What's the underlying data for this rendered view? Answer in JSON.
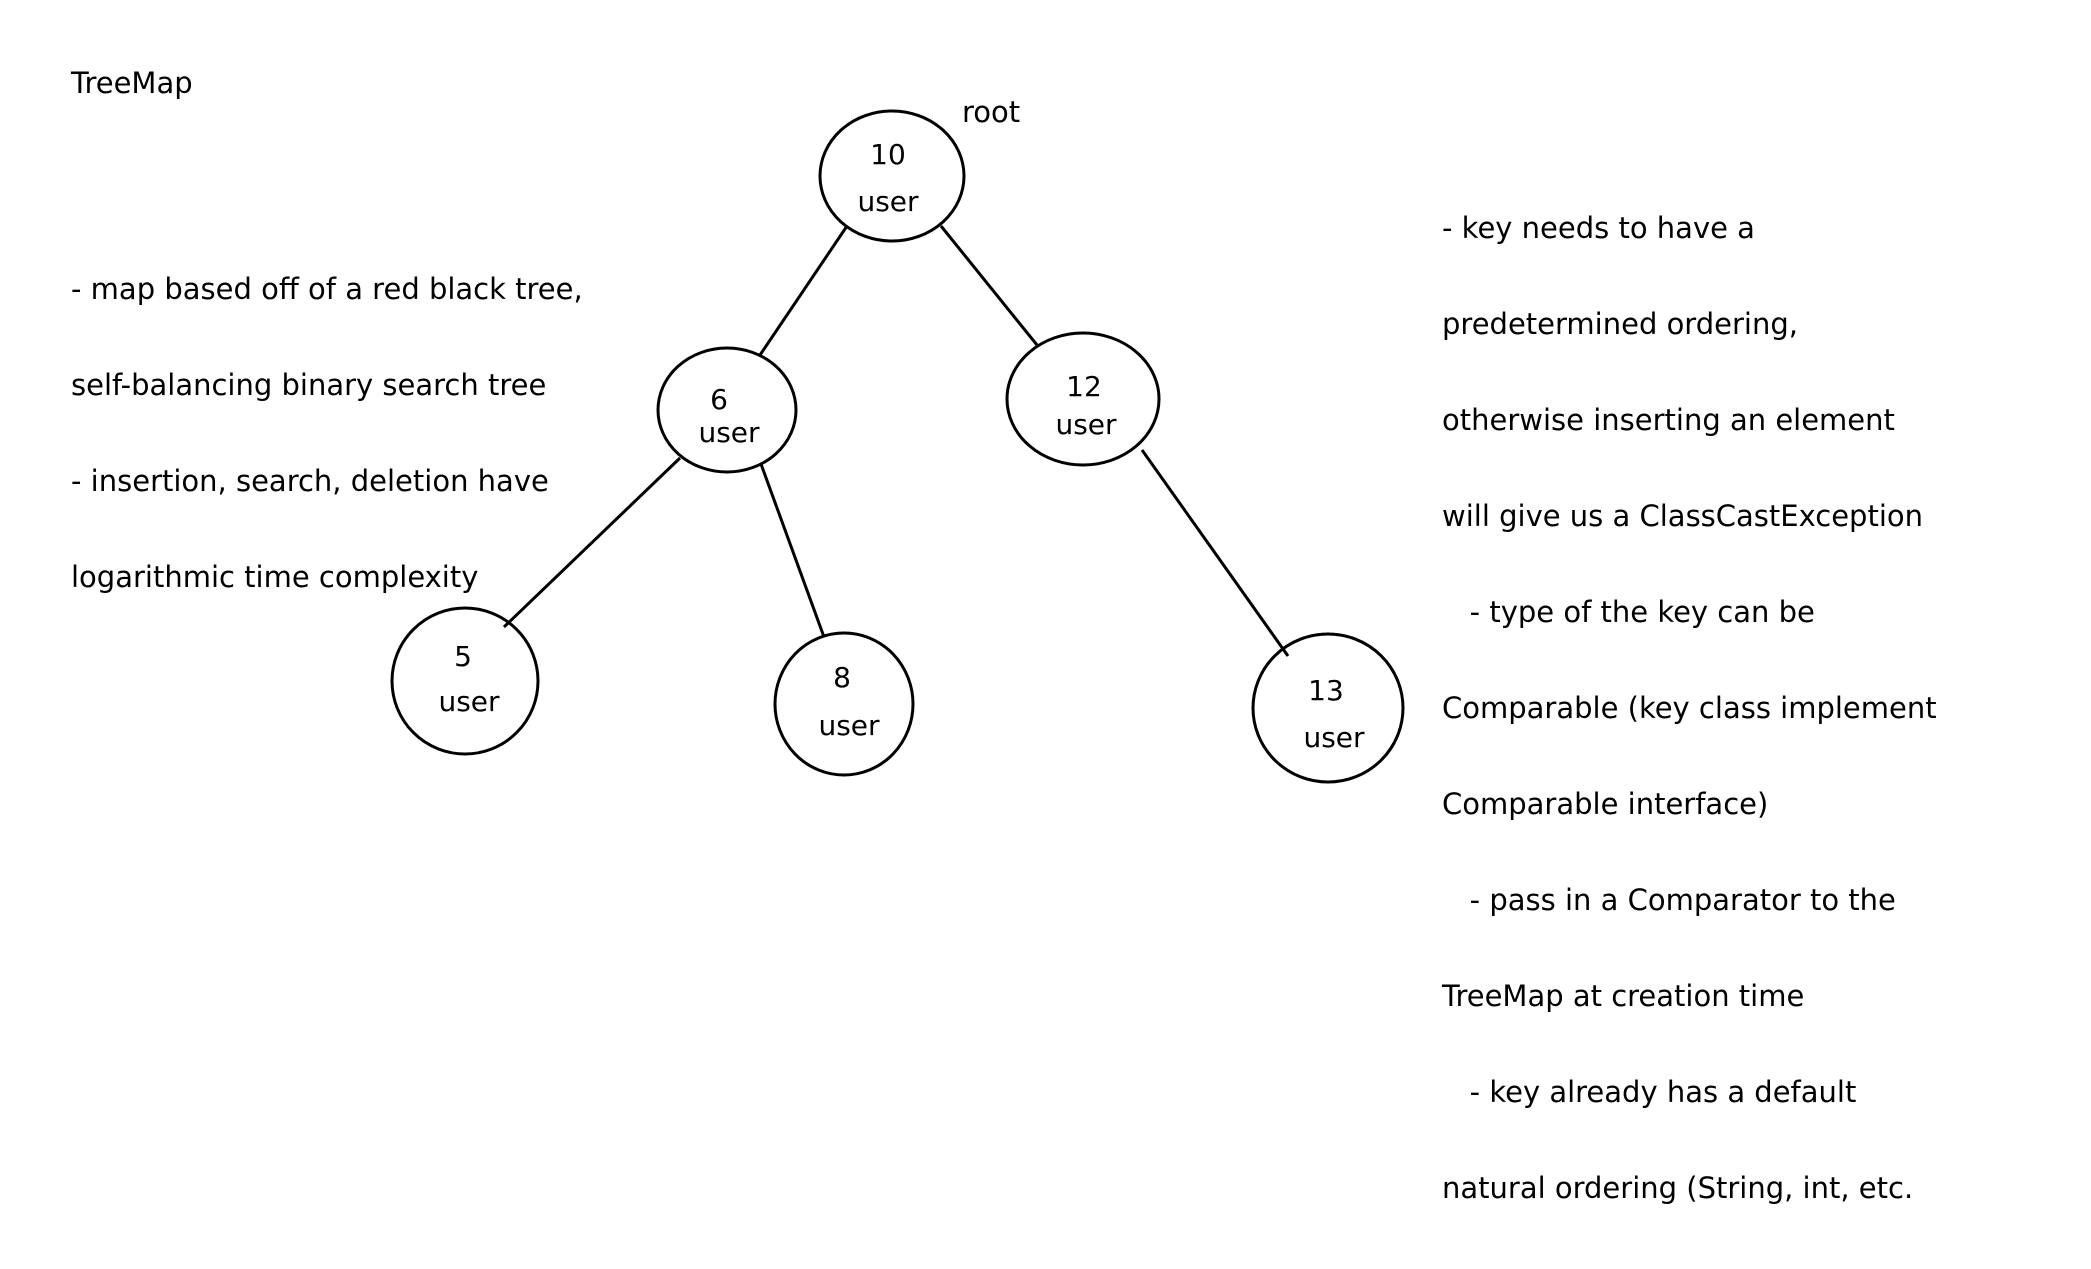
{
  "title": "TreeMap",
  "root_label": "root",
  "left_notes": [
    "- map based off of a red black tree,",
    "self-balancing binary search tree",
    "- insertion, search, deletion have",
    "logarithmic time complexity"
  ],
  "right_notes": [
    "- key needs to have a",
    "predetermined ordering,",
    "otherwise inserting an element",
    "will give us a ClassCastException",
    "   - type of the key can be",
    "Comparable (key class implement",
    "Comparable interface)",
    "   - pass in a Comparator to the",
    "TreeMap at creation time",
    "   - key already has a default",
    "natural ordering (String, int, etc."
  ],
  "tree": {
    "nodes": [
      {
        "id": "n10",
        "key": "10",
        "value": "user"
      },
      {
        "id": "n6",
        "key": "6",
        "value": "user"
      },
      {
        "id": "n12",
        "key": "12",
        "value": "user"
      },
      {
        "id": "n5",
        "key": "5",
        "value": "user"
      },
      {
        "id": "n8",
        "key": "8",
        "value": "user"
      },
      {
        "id": "n13",
        "key": "13",
        "value": "user"
      }
    ],
    "edges": [
      {
        "from": "n10",
        "to": "n6"
      },
      {
        "from": "n10",
        "to": "n12"
      },
      {
        "from": "n6",
        "to": "n5"
      },
      {
        "from": "n6",
        "to": "n8"
      },
      {
        "from": "n12",
        "to": "n13"
      }
    ]
  }
}
